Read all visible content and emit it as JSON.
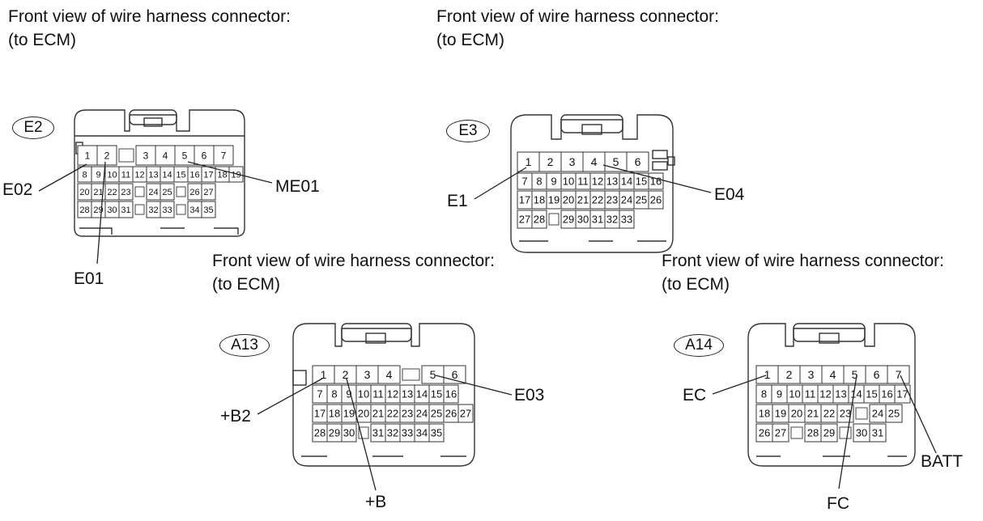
{
  "caption": {
    "line1": "Front view of wire harness connector:",
    "line2": "(to ECM)"
  },
  "connectors": [
    {
      "id": "E2",
      "pins": [
        [
          "1",
          "2",
          "",
          "3",
          "4",
          "5",
          "6",
          "7"
        ],
        [
          "8",
          "9",
          "10",
          "11",
          "12",
          "13",
          "14",
          "15",
          "16",
          "17",
          "18",
          "19"
        ],
        [
          "20",
          "21",
          "22",
          "23",
          "",
          "24",
          "25",
          "",
          "26",
          "27"
        ],
        [
          "28",
          "29",
          "30",
          "31",
          "",
          "32",
          "33",
          "",
          "34",
          "35"
        ]
      ],
      "labels": [
        "E02",
        "ME01",
        "E01"
      ]
    },
    {
      "id": "E3",
      "pins": [
        [
          "1",
          "2",
          "3",
          "4",
          "5",
          "6"
        ],
        [
          "7",
          "8",
          "9",
          "10",
          "11",
          "12",
          "13",
          "14",
          "15",
          "16"
        ],
        [
          "17",
          "18",
          "19",
          "20",
          "21",
          "22",
          "23",
          "24",
          "25",
          "26"
        ],
        [
          "27",
          "28",
          "",
          "29",
          "30",
          "31",
          "32",
          "33"
        ]
      ],
      "labels": [
        "E1",
        "E04"
      ]
    },
    {
      "id": "A13",
      "pins": [
        [
          "1",
          "2",
          "3",
          "4",
          "",
          "5",
          "6"
        ],
        [
          "7",
          "8",
          "9",
          "10",
          "11",
          "12",
          "13",
          "14",
          "15",
          "16"
        ],
        [
          "17",
          "18",
          "19",
          "20",
          "21",
          "22",
          "23",
          "24",
          "25",
          "26",
          "27"
        ],
        [
          "28",
          "29",
          "30",
          "",
          "31",
          "32",
          "33",
          "34",
          "35"
        ]
      ],
      "labels": [
        "+B2",
        "E03",
        "+B"
      ]
    },
    {
      "id": "A14",
      "pins": [
        [
          "1",
          "2",
          "3",
          "4",
          "5",
          "6",
          "7"
        ],
        [
          "8",
          "9",
          "10",
          "11",
          "12",
          "13",
          "14",
          "15",
          "16",
          "17"
        ],
        [
          "18",
          "19",
          "20",
          "21",
          "22",
          "23",
          "",
          "24",
          "25"
        ],
        [
          "26",
          "27",
          "",
          "28",
          "29",
          "",
          "30",
          "31"
        ]
      ],
      "labels": [
        "EC",
        "BATT",
        "FC"
      ]
    }
  ]
}
